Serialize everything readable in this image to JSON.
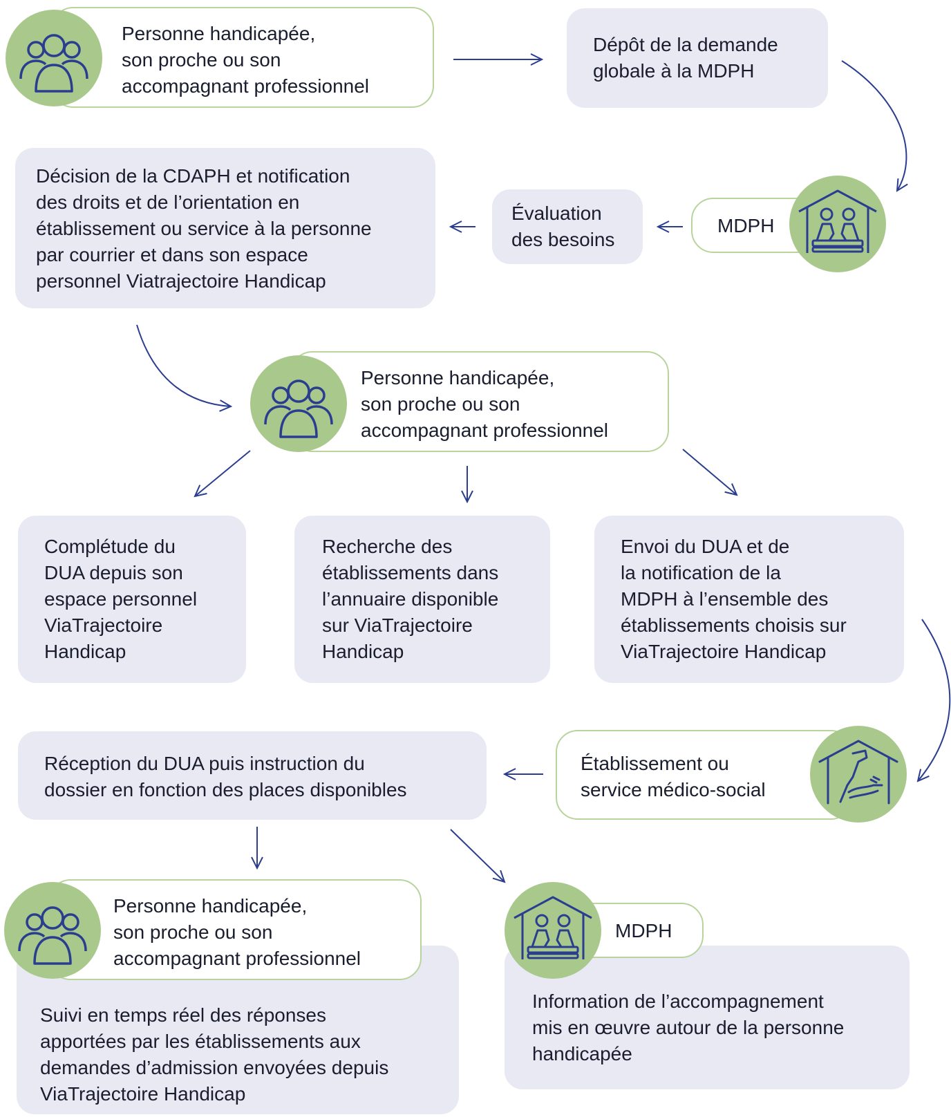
{
  "flow": {
    "actor_1": "Personne handicapée,\nson proche ou son\naccompagnant professionnel",
    "depot": "Dépôt de la demande\nglobale à la MDPH",
    "mdph_1": "MDPH",
    "evaluation": "Évaluation\ndes besoins",
    "decision": "Décision de la CDAPH et notification\ndes droits et de l’orientation en\nétablissement ou service à la personne\npar courrier et dans son espace\npersonnel Viatrajectoire Handicap",
    "actor_2": "Personne handicapée,\nson proche ou son\naccompagnant professionnel",
    "completude": "Complétude du\nDUA depuis son\nespace personnel\nViaTrajectoire\nHandicap",
    "recherche": "Recherche des\nétablissements dans\nl’annuaire disponible\nsur ViaTrajectoire\nHandicap",
    "envoi": "Envoi du DUA et de\nla notification de la\nMDPH à l’ensemble des\nétablissements choisis sur\nViaTrajectoire Handicap",
    "etablissement": "Établissement ou\nservice médico-social",
    "reception": "Réception du DUA puis instruction du\ndossier en fonction des places disponibles",
    "actor_3": "Personne handicapée,\nson proche ou son\naccompagnant professionnel",
    "suivi": "Suivi en temps réel des réponses\napportées par les établissements aux\ndemandes d’admission envoyées depuis\nViaTrajectoire Handicap",
    "mdph_2": "MDPH",
    "information": "Information de l’accompagnement\nmis en œuvre autour de la personne\nhandicapée"
  },
  "icons": {
    "people": "people-group-icon",
    "house": "mdph-house-icon",
    "care": "medico-social-care-icon"
  },
  "colors": {
    "box_fill": "#e8e9f3",
    "pill_border": "#b9d39c",
    "circle_fill": "#a8c88c",
    "icon_stroke": "#2a3d8f",
    "arrow": "#2a3d8f"
  }
}
